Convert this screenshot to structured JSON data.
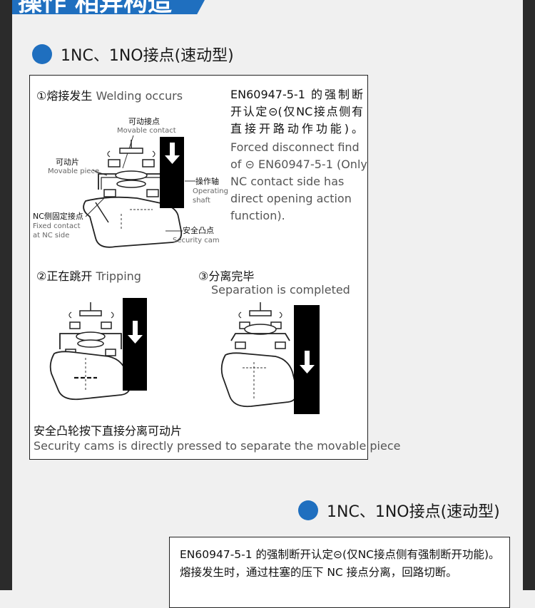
{
  "banner": {
    "title": "操作 相异构造"
  },
  "section1": {
    "heading": "1NC、1NO接点(速动型)"
  },
  "section2": {
    "heading": "1NC、1NO接点(速动型)"
  },
  "panel": {
    "step1": {
      "cn": "①熔接发生",
      "en": "Welding occurs"
    },
    "step2": {
      "cn": "②正在跳开",
      "en": "Tripping"
    },
    "step3": {
      "cn": "③分离完毕",
      "en": "Separation is completed"
    },
    "labels": {
      "movable_contact_cn": "可动接点",
      "movable_contact_en": "Movable contact",
      "movable_piece_cn": "可动片",
      "movable_piece_en": "Movable piece",
      "operating_shaft_cn": "操作轴",
      "operating_shaft_en1": "Operating",
      "operating_shaft_en2": "shaft",
      "nc_fixed_cn": "NC侧固定接点",
      "nc_fixed_en1": "Fixed contact",
      "nc_fixed_en2": "at NC side",
      "security_cam_cn": "安全凸点",
      "security_cam_en": "Security cam"
    },
    "right_cn": "EN60947-5-1 的强制断开认定⊝(仅NC接点侧有直接开路动作功能)。",
    "right_en_lines": [
      "Forced disconnect find",
      "of ⊝ EN60947-5-1 (Only",
      "NC contact side has",
      "direct opening action",
      "function)."
    ],
    "caption_cn": "安全凸轮按下直接分离可动片",
    "caption_en": "Security cams is directly pressed to separate the movable piece"
  },
  "panel2": {
    "text": "EN60947-5-1 的强制断开认定⊝(仅NC接点侧有强制断开功能)。熔接发生时，通过柱塞的压下 NC 接点分离，回路切断。"
  },
  "colors": {
    "accent": "#1f6fbf",
    "frame": "#2b2b2b"
  }
}
